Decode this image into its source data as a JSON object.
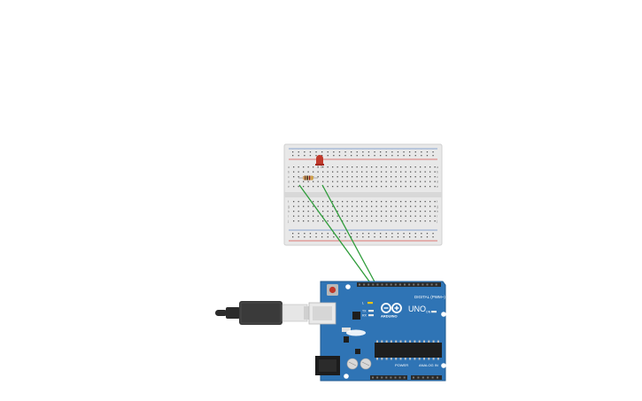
{
  "canvas": {
    "background": "#ffffff"
  },
  "breadboard": {
    "row_labels_top": [
      "a",
      "b",
      "c",
      "d",
      "e"
    ],
    "row_labels_bottom": [
      "f",
      "g",
      "h",
      "i",
      "j"
    ],
    "colors": {
      "body": "#e8e8e8",
      "rail_red": "#d9534f",
      "rail_blue": "#6a8fc7",
      "hole": "#555555"
    }
  },
  "components": {
    "led": {
      "color": "#c0392b"
    },
    "resistor": {
      "color": "#d4a46a"
    },
    "wires": {
      "color": "#2e9c3a"
    }
  },
  "arduino": {
    "brand": "ARDUINO",
    "model": "UNO",
    "digital_label": "DIGITAL (PWM~)",
    "power_label": "POWER",
    "analog_label": "ANALOG IN",
    "tx_label": "TX",
    "rx_label": "RX",
    "l_label": "L",
    "on_label": "ON",
    "colors": {
      "board": "#2f74b5",
      "board_edge": "#1f5a8f",
      "header": "#2a2a2a",
      "chip": "#1e1e1e"
    }
  },
  "usb_cable": {
    "colors": {
      "cable": "#2b2b2b",
      "plug": "#3a3a3a",
      "metal": "#d9d9d9"
    }
  }
}
